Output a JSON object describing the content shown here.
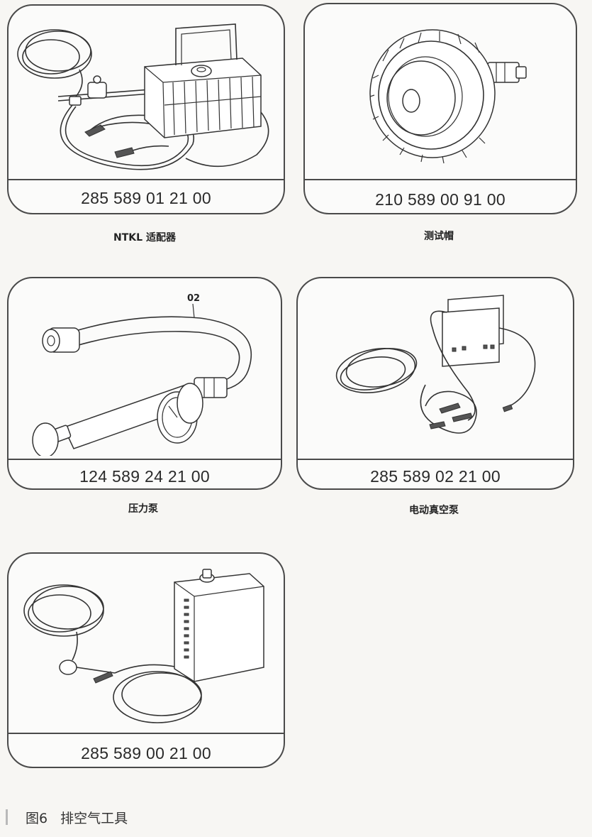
{
  "tools": [
    {
      "part_number": "285 589 01 21 00",
      "caption": "NTKL 适配器"
    },
    {
      "part_number": "210 589 00 91 00",
      "caption": "测试帽"
    },
    {
      "part_number": "124 589 24 21 00",
      "caption": "压力泵",
      "callout": "02"
    },
    {
      "part_number": "285 589 02 21 00",
      "caption": "电动真空泵"
    },
    {
      "part_number": "285 589 00 21 00",
      "caption": ""
    }
  ],
  "figure": {
    "number": "图6",
    "title": "排空气工具"
  }
}
